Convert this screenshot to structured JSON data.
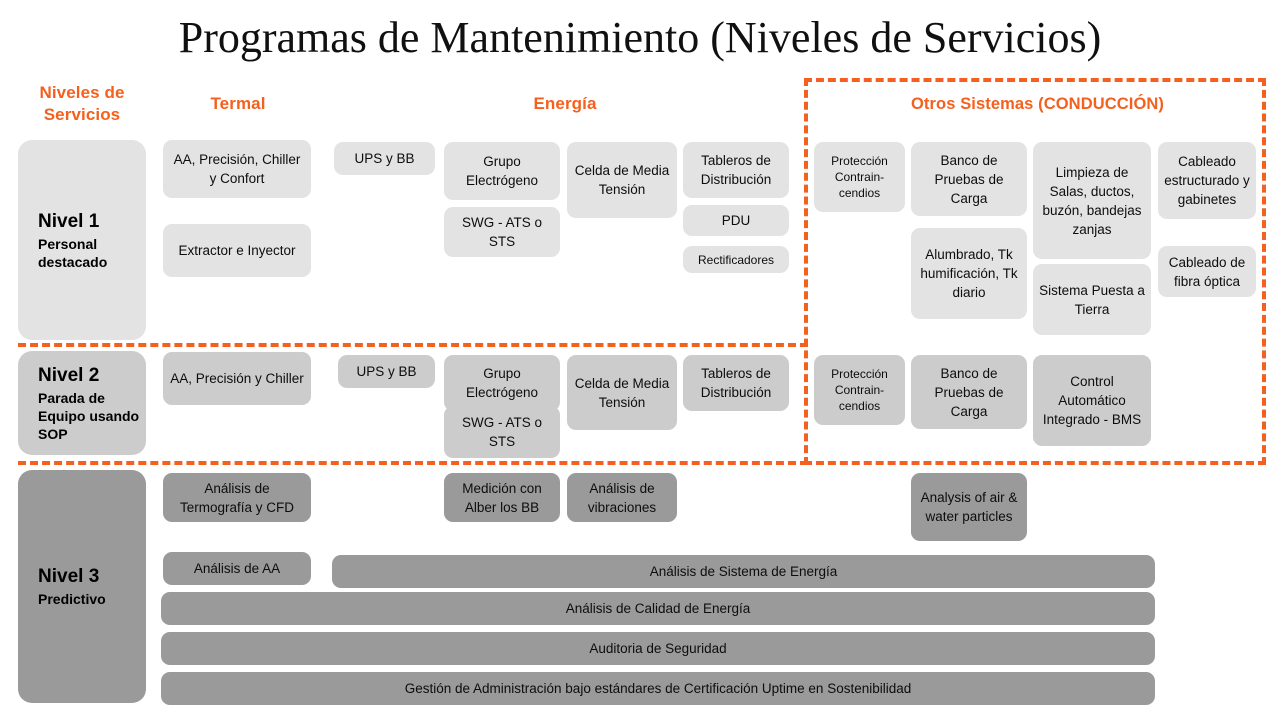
{
  "title": "Programas de Mantenimiento (Niveles de Servicios)",
  "colors": {
    "accent": "#F4601E",
    "level1_gray": "#E3E3E3",
    "level2_gray": "#CCCCCC",
    "level3_gray": "#9A9A9A",
    "text": "#000000",
    "background": "#FFFFFF"
  },
  "headers": {
    "niveles": "Niveles de Servicios",
    "termal": "Termal",
    "energia": "Energía",
    "otros": "Otros Sistemas (CONDUCCIÓN)"
  },
  "levels": [
    {
      "id": "nivel-1",
      "title": "Nivel 1",
      "subtitle": "Personal destacado"
    },
    {
      "id": "nivel-2",
      "title": "Nivel 2",
      "subtitle": "Parada de Equipo usando SOP"
    },
    {
      "id": "nivel-3",
      "title": "Nivel 3",
      "subtitle": "Predictivo"
    }
  ],
  "level1": {
    "termal": [
      "AA, Precisión, Chiller y Confort",
      "Extractor e Inyector"
    ],
    "energia": [
      "UPS y BB",
      "Grupo Electrógeno",
      "SWG - ATS o STS",
      "Celda de Media Tensión",
      "Tableros de Distribución",
      "PDU",
      "Rectificadores"
    ],
    "otros": [
      "Protección Contrain-cendios",
      "Banco de Pruebas de Carga",
      "Alumbrado, Tk humificación, Tk diario",
      "Limpieza de Salas, ductos, buzón, bandejas zanjas",
      "Sistema Puesta a Tierra",
      "Cableado estructurado y gabinetes",
      "Cableado de fibra óptica"
    ]
  },
  "level2": {
    "termal": [
      "AA, Precisión y Chiller"
    ],
    "energia": [
      "UPS y BB",
      "Grupo Electrógeno",
      "SWG - ATS o STS",
      "Celda de Media Tensión",
      "Tableros de Distribución"
    ],
    "otros": [
      "Protección Contrain-cendios",
      "Banco de Pruebas de Carga",
      "Control Automático Integrado - BMS"
    ]
  },
  "level3": {
    "items": [
      "Análisis de Termografía y CFD",
      "Medición con Alber los BB",
      "Análisis de vibraciones",
      "Analysis of air & water particles",
      "Análisis de AA"
    ],
    "bars": [
      "Análisis de Sistema de Energía",
      "Análisis de Calidad de Energía",
      "Auditoria de Seguridad",
      "Gestión de Administración bajo estándares de Certificación Uptime en Sostenibilidad"
    ]
  }
}
